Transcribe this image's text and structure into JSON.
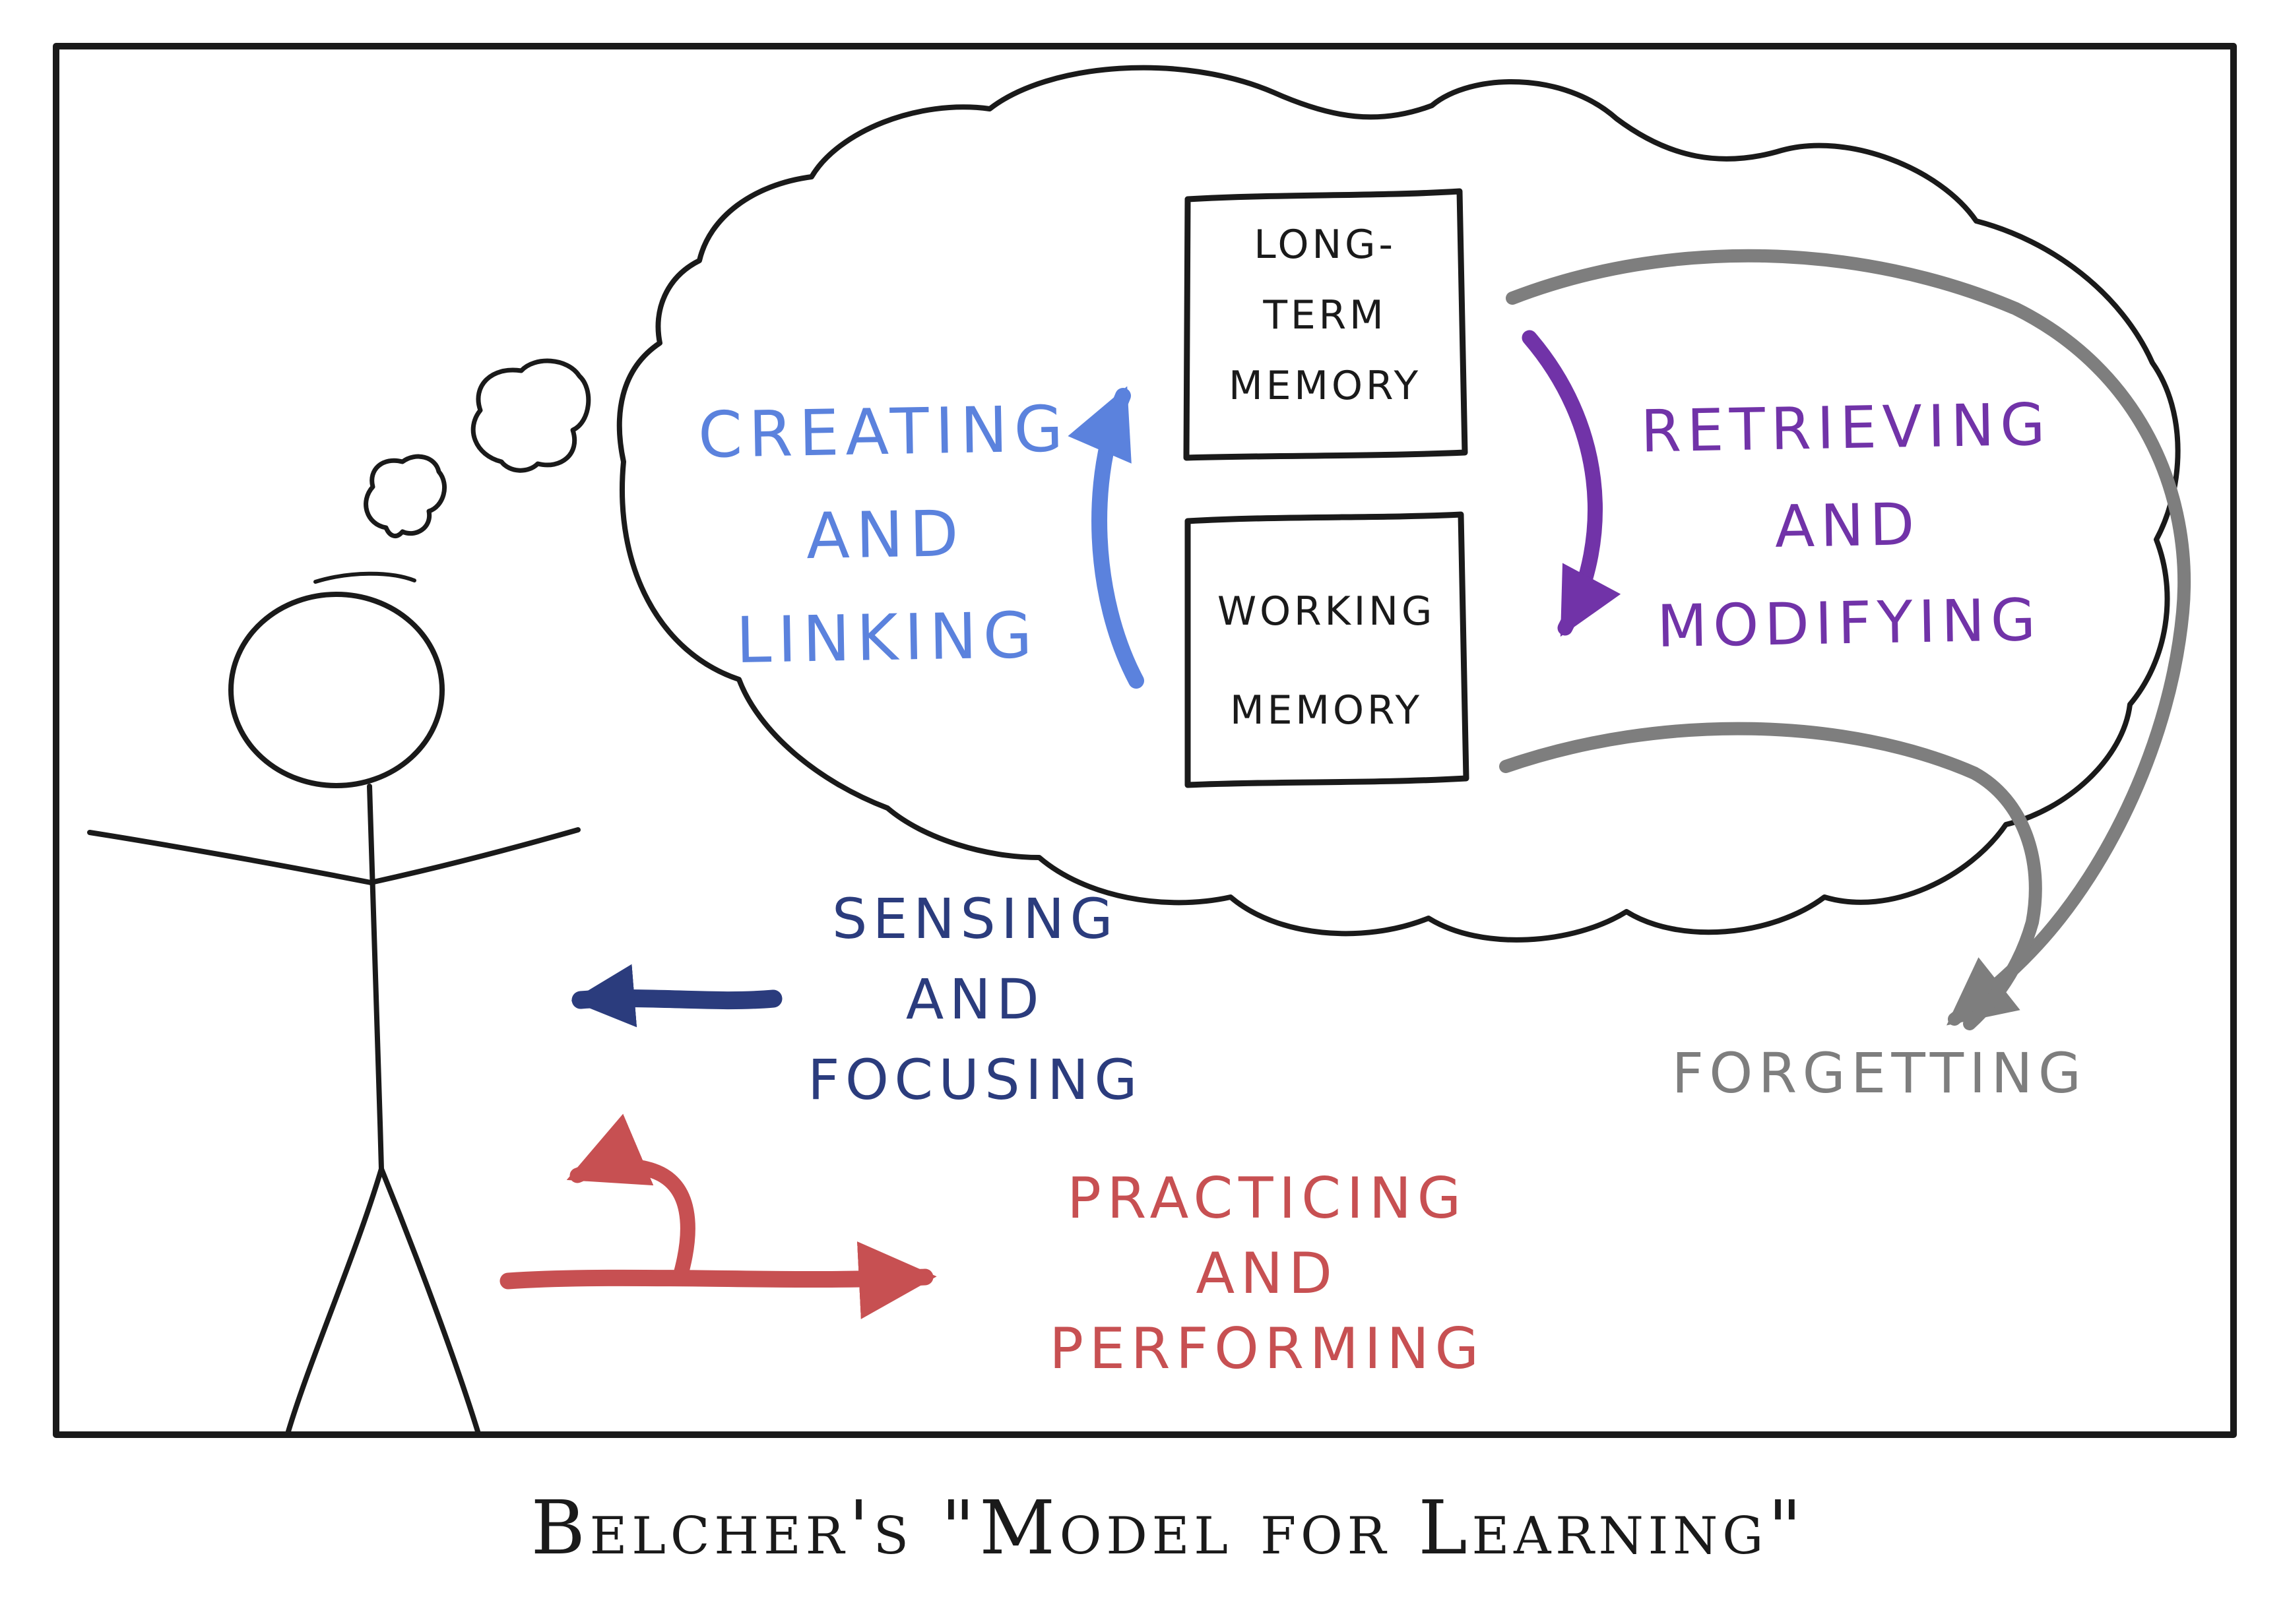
{
  "title": "Belcher's \"Model for Learning\"",
  "colors": {
    "ink": "#1a1a1a",
    "creating_blue": "#5b82dd",
    "retrieving_purple": "#7133a8",
    "forgetting_gray": "#7e7e7e",
    "sensing_navy": "#2b3c7d",
    "practicing_red": "#c75052",
    "background": "#ffffff"
  },
  "thought_bubble": {
    "long_term_memory_box": {
      "lines": [
        "LONG-",
        "TERM",
        "MEMORY"
      ]
    },
    "working_memory_box": {
      "lines": [
        "WORKING",
        "MEMORY"
      ]
    },
    "creating_label": {
      "lines": [
        "CREATING",
        "AND",
        "LINKING"
      ]
    },
    "retrieving_label": {
      "lines": [
        "RETRIEVING",
        "AND",
        "MODIFYING"
      ]
    }
  },
  "labels": {
    "forgetting": "FORGETTING",
    "sensing": {
      "lines": [
        "SENSING",
        "AND",
        "FOCUSING"
      ]
    },
    "practicing": {
      "lines": [
        "PRACTICING",
        "AND",
        "PERFORMING"
      ]
    }
  }
}
